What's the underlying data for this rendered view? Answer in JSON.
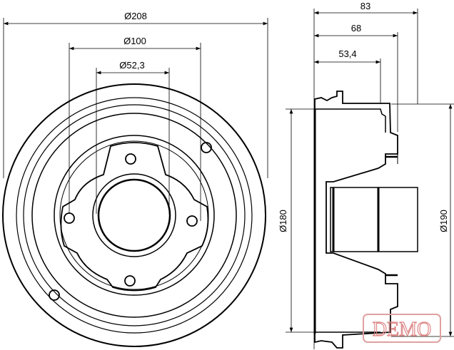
{
  "dimensions": {
    "outer_diameter": "Ø208",
    "bolt_circle": "Ø100",
    "center_bore": "Ø52,3",
    "total_height": "83",
    "height_68": "68",
    "height_53": "53,4",
    "inner_diameter": "Ø180",
    "drum_diameter": "Ø190"
  },
  "watermark": "DEMO",
  "colors": {
    "line": "#000000",
    "watermark": "#d88888"
  }
}
